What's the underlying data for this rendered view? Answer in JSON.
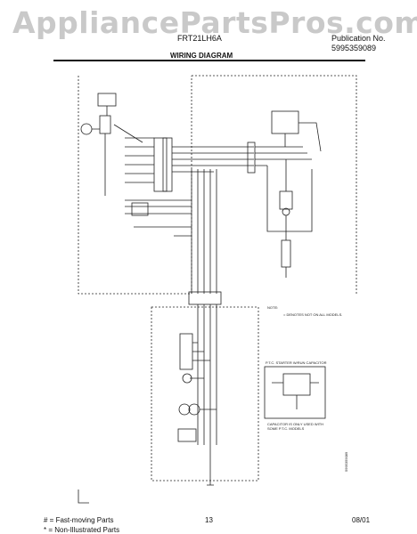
{
  "header": {
    "watermark": "AppliancePartsPros.com",
    "model": "FRT21LH6A",
    "publication_label": "Publication No.",
    "publication_number": "5995359089",
    "title": "WIRING DIAGRAM"
  },
  "diagram": {
    "note_text": "NOTE:",
    "note_detail": "= DENOTES NOT ON ALL MODELS.",
    "ptc_title": "P.T.C. STARTER W/RUN CAPACITOR",
    "ptc_caption": "CAPACITOR IS ONLY USED WITH SOME P.T.C. MODELS",
    "side_code": "5995359089"
  },
  "footer": {
    "legend_fast": "# = Fast-moving Parts",
    "legend_non": "* = Non-Illustrated Parts",
    "page": "13",
    "date": "08/01"
  }
}
